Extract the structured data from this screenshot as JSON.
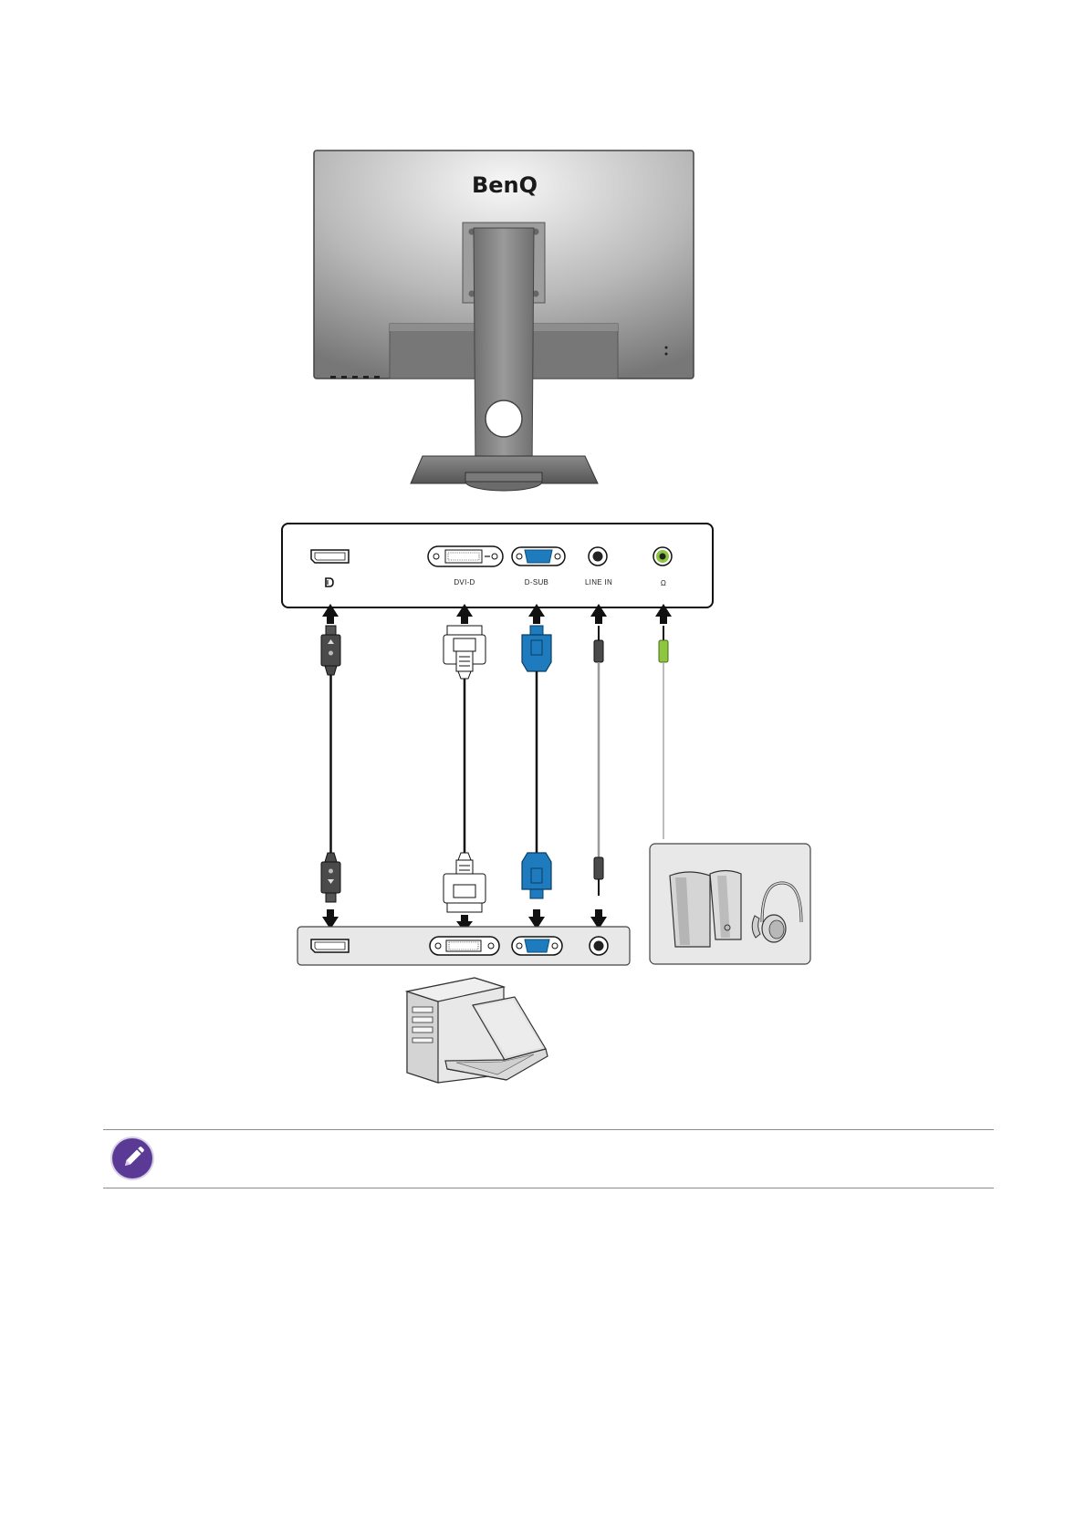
{
  "monitor": {
    "brand": "BenQ"
  },
  "ports": {
    "displayport_label": "",
    "dvi_label": "DVI-D",
    "dsub_label": "D-SUB",
    "line_in_label": "LINE IN",
    "headphone_label": "Ω"
  },
  "note": {
    "text": ""
  },
  "colors": {
    "vga_blue": "#1e7bbd",
    "audio_green": "#8dc63f",
    "note_purple": "#5b3a95",
    "panel_gray": "#e8e8e8"
  },
  "icons": {
    "note": "pencil-icon",
    "displayport": "displayport-icon",
    "headphone": "headphone-icon"
  }
}
